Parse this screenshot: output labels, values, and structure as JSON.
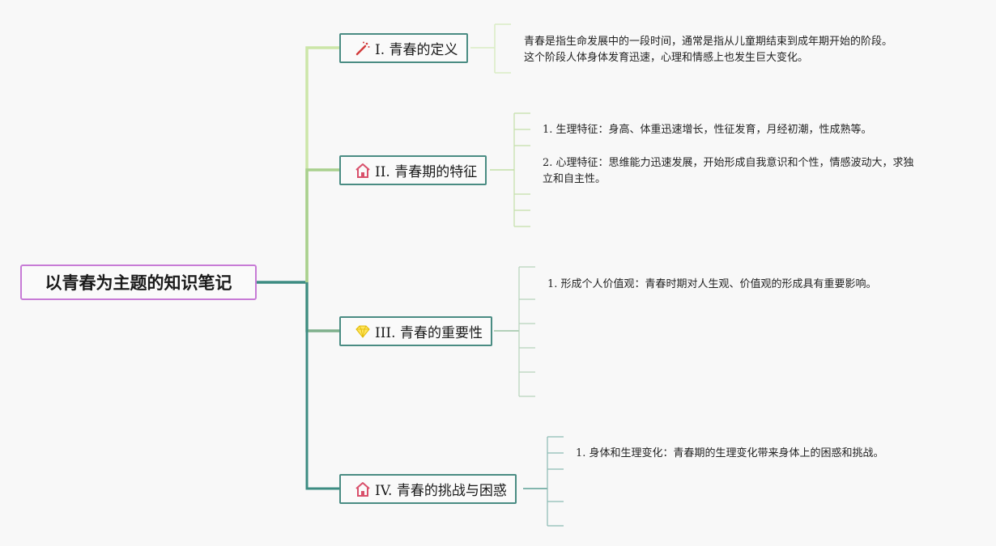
{
  "root": {
    "label": "以青春为主题的知识笔记"
  },
  "branches": [
    {
      "label": "I. 青春的定义",
      "icon": "magic-wand-icon",
      "notes": [
        {
          "text": "青春是指生命发展中的一段时间，通常是指从儿童期结束到成年期开始的阶段。"
        },
        {
          "text": "这个阶段人体身体发育迅速，心理和情感上也发生巨大变化。"
        }
      ]
    },
    {
      "label": "II. 青春期的特征",
      "icon": "house-icon",
      "notes": [
        {
          "num": "1.",
          "text": "生理特征：身高、体重迅速增长，性征发育，月经初潮，性成熟等。"
        },
        {
          "num": "2.",
          "text": "心理特征：思维能力迅速发展，开始形成自我意识和个性，情感波动大，求独"
        },
        {
          "text": "立和自主性。"
        }
      ]
    },
    {
      "label": "III. 青春的重要性",
      "icon": "diamond-icon",
      "notes": [
        {
          "num": "1.",
          "text": "形成个人价值观：青春时期对人生观、价值观的形成具有重要影响。"
        }
      ]
    },
    {
      "label": "IV. 青春的挑战与困惑",
      "icon": "house-icon",
      "notes": [
        {
          "num": "1.",
          "text": "身体和生理变化：青春期的生理变化带来身体上的困惑和挑战。"
        }
      ]
    }
  ],
  "colors": {
    "root_border": "#c77bd6",
    "topic_border": "#4a8c83",
    "branch_1": "#cce6a8",
    "branch_2": "#a9d08e",
    "branch_3": "#7fb08c",
    "branch_4": "#3d8c82"
  }
}
